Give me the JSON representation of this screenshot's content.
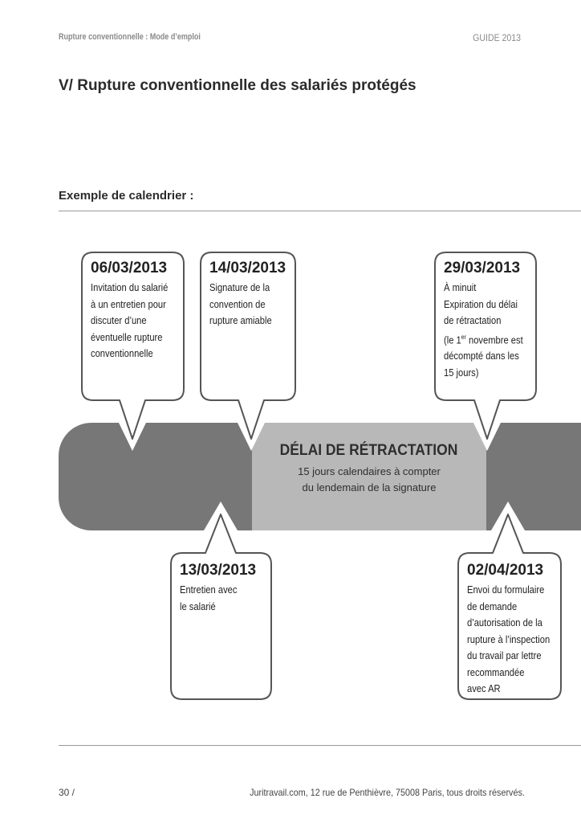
{
  "header": {
    "left": "Rupture conventionnelle : Mode d’emploi",
    "right": "GUIDE 2013"
  },
  "section_title": "V/ Rupture conventionnelle des salariés protégés",
  "calendar_subtitle": "Exemple de calendrier :",
  "colors": {
    "dark_band": "#777777",
    "light_band": "#b8b8b8",
    "bubble_stroke": "#555555"
  },
  "timeline": {
    "delay_title": "DÉLAI DE RÉTRACTATION",
    "delay_desc": "15 jours calendaires à compter\ndu lendemain de la signature",
    "events_above": [
      {
        "date": "06/03/2013",
        "desc": "Invitation du salarié\nà un entretien pour\ndiscuter d’une\néventuelle rupture\nconventionnelle"
      },
      {
        "date": "14/03/2013",
        "desc": "Signature de la\nconvention de\nrupture amiable"
      },
      {
        "date": "29/03/2013",
        "desc_before": "À minuit\nExpiration du délai\nde rétractation\n(le 1",
        "desc_sup": "er",
        "desc_after": " novembre est\ndécompté dans les\n15 jours)"
      }
    ],
    "events_below": [
      {
        "date": "13/03/2013",
        "desc": "Entretien avec\nle salarié"
      },
      {
        "date": "02/04/2013",
        "desc": "Envoi du formulaire\nde demande\nd’autorisation de la\nrupture à l’inspection\ndu travail par lettre\nrecommandée\navec AR"
      }
    ]
  },
  "footer": {
    "page": "30 /",
    "copyright": "Juritravail.com, 12 rue de Penthièvre, 75008 Paris, tous droits réservés."
  }
}
